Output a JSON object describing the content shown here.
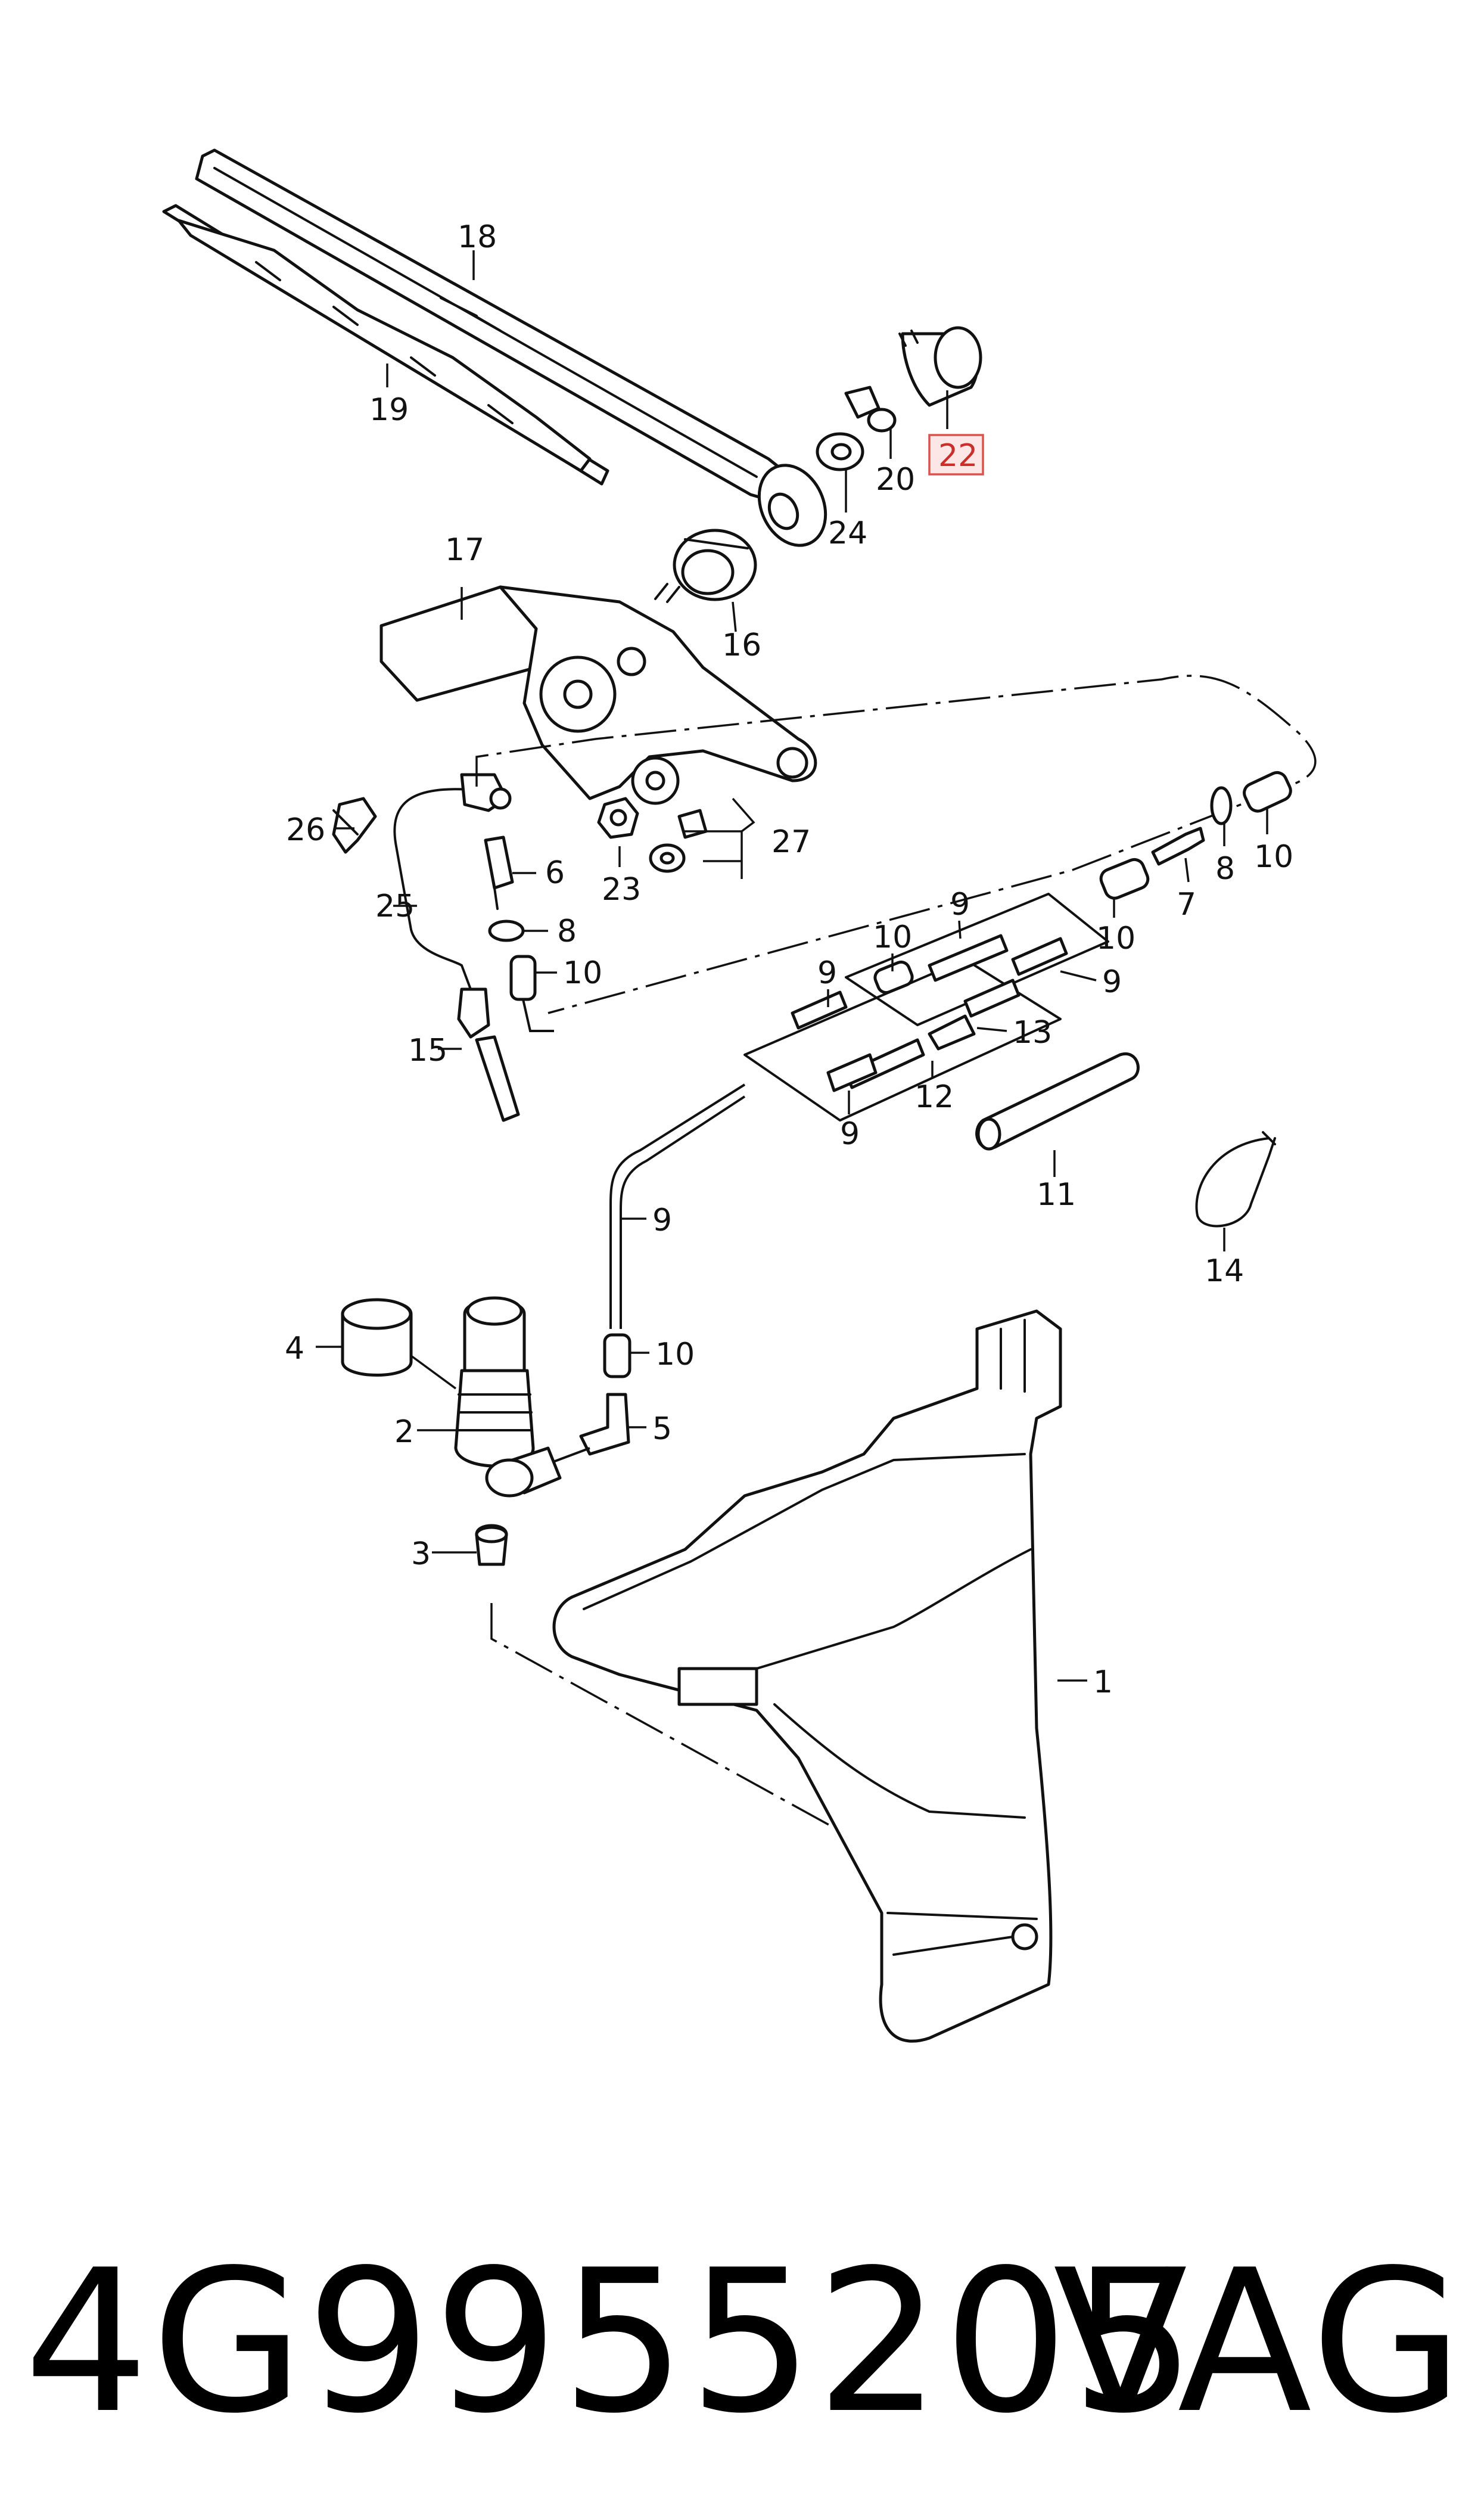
{
  "callouts": {
    "c1": "1",
    "c2": "2",
    "c3": "3",
    "c4": "4",
    "c5": "5",
    "c6": "6",
    "c7": "7",
    "c8a": "8",
    "c8b": "8",
    "c9a": "9",
    "c9b": "9",
    "c9c": "9",
    "c9d": "9",
    "c9e": "9",
    "c10a": "10",
    "c10b": "10",
    "c10c": "10",
    "c10d": "10",
    "c10e": "10",
    "c11": "11",
    "c12": "12",
    "c13": "13",
    "c14": "14",
    "c15": "15",
    "c16": "16",
    "c17": "17",
    "c18": "18",
    "c19": "19",
    "c20": "20",
    "c22": "22",
    "c23": "23",
    "c24": "24",
    "c25": "25",
    "c26": "26",
    "c27": "27"
  },
  "highlighted_callout": "22",
  "highlight_color": "#d9534f",
  "caption": {
    "part_number": "4G9955205",
    "brand": "VAG"
  }
}
